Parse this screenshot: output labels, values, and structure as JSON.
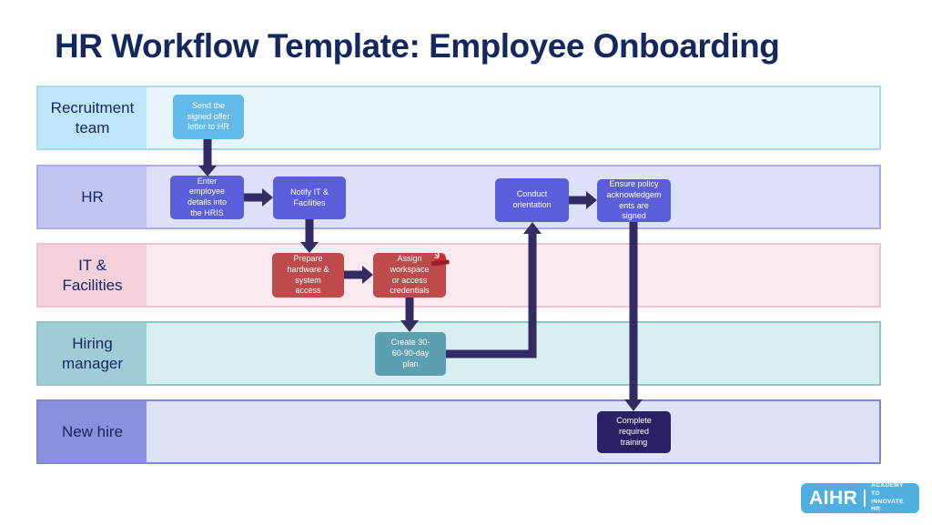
{
  "title": "HR Workflow Template: Employee Onboarding",
  "lanes": [
    {
      "id": "recruitment-team",
      "label": "Recruitment\nteam",
      "label_bg": "#BFE5F8",
      "body_bg": "#E7F5FC",
      "border": "#A6DBF4"
    },
    {
      "id": "hr",
      "label": "HR",
      "label_bg": "#C3C6F2",
      "body_bg": "#DEDFF8",
      "border": "#A9ABEC"
    },
    {
      "id": "it-facilities",
      "label": "IT &\nFacilities",
      "label_bg": "#F3D0DA",
      "body_bg": "#FAE9EE",
      "border": "#EFC4D2"
    },
    {
      "id": "hiring-manager",
      "label": "Hiring\nmanager",
      "label_bg": "#9FCDD6",
      "body_bg": "#D9EEF0",
      "border": "#8FC5CE"
    },
    {
      "id": "new-hire",
      "label": "New hire",
      "label_bg": "#8A91DC",
      "body_bg": "#DFE2F7",
      "border": "#7E86D9"
    }
  ],
  "nodes": {
    "send_offer": {
      "label": "Send the\nsigned offer\nletter to HR"
    },
    "enter_details": {
      "label": "Enter\nemployee\ndetails into\nthe HRIS"
    },
    "notify_it": {
      "label": "Notify IT &\nFacilities"
    },
    "conduct_orientation": {
      "label": "Conduct\norientation"
    },
    "ensure_policy": {
      "label": "Ensure policy\nacknowledgem\nents are\nsigned"
    },
    "prepare_hardware": {
      "label": "Prepare\nhardware &\nsystem\naccess"
    },
    "assign_workspace": {
      "label": "Assign\nworkspace\nor access\ncredentials"
    },
    "create_plan": {
      "label": "Create 30-\n60-90-day\nplan"
    },
    "complete_training": {
      "label": "Complete\nrequired\ntraining"
    }
  },
  "icons": {
    "alarm": "rotating-light-siren-icon"
  },
  "logo": {
    "brand": "AIHR",
    "tagline_line1": "ACADEMY TO",
    "tagline_line2": "INNOVATE HR"
  },
  "colors": {
    "title_text": "#14275E",
    "arrow": "#322C62",
    "node_blue": "#65BAEC",
    "node_purple": "#5A5EDB",
    "node_red": "#BE4A4B",
    "node_teal": "#5C9FB1",
    "node_navy": "#2A2063",
    "logo_bg": "#4FAFE0"
  }
}
